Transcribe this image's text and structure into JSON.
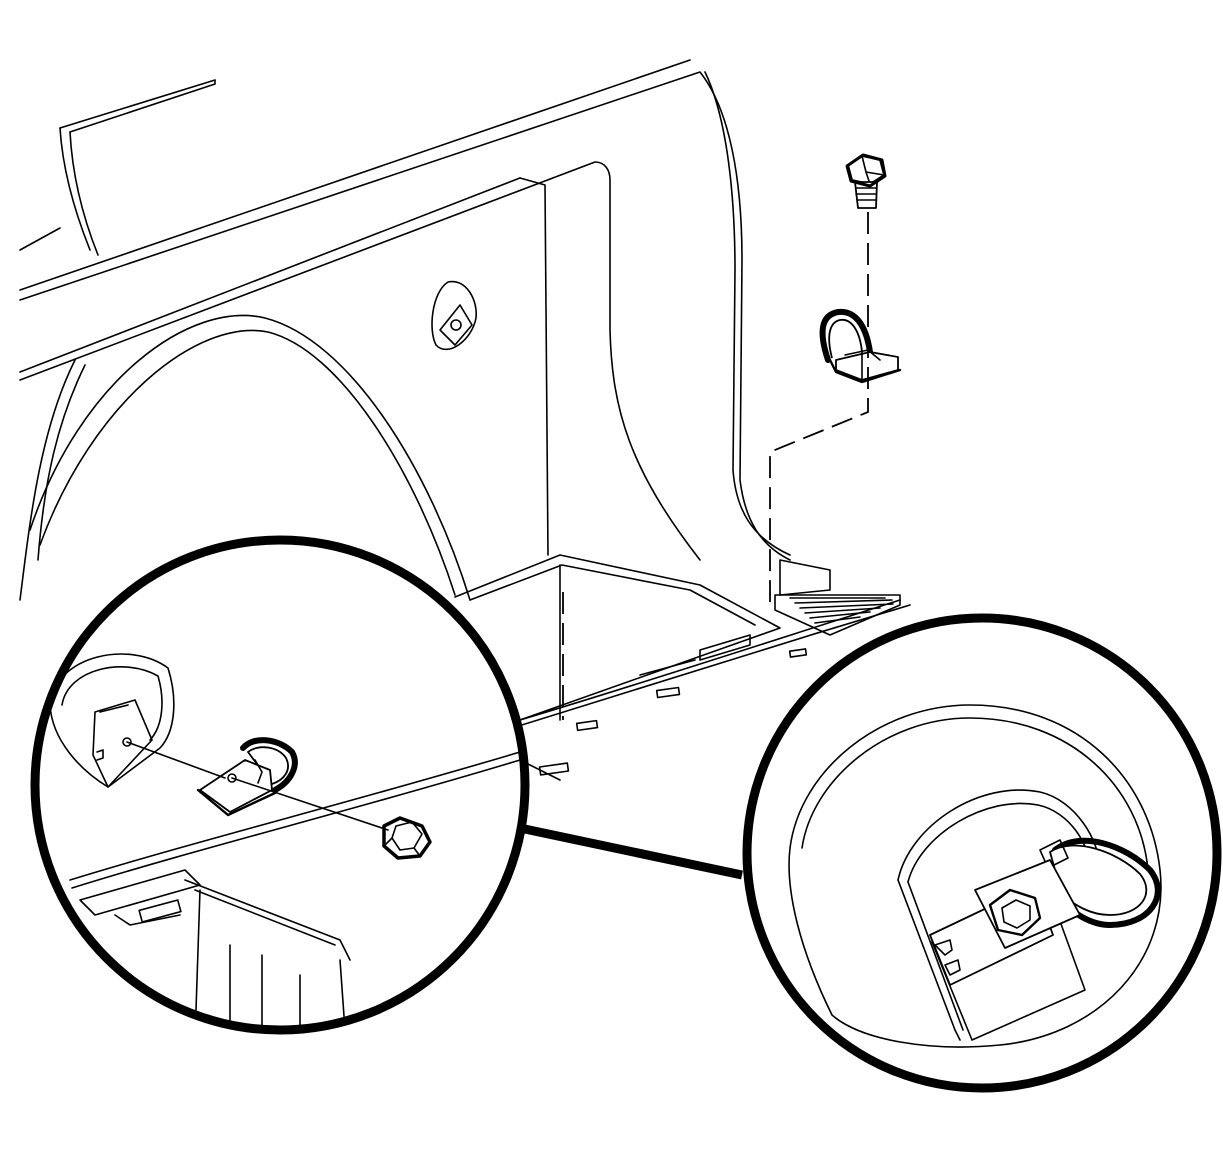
{
  "figure": {
    "background_color": "#ffffff",
    "line_color": "#000000",
    "components": [
      "quarter-panel-trim",
      "wheelhouse",
      "cargo-floor-storage-well",
      "tie-down-loop",
      "tie-down-bolt",
      "detail-view-installation",
      "detail-view-installed"
    ]
  }
}
